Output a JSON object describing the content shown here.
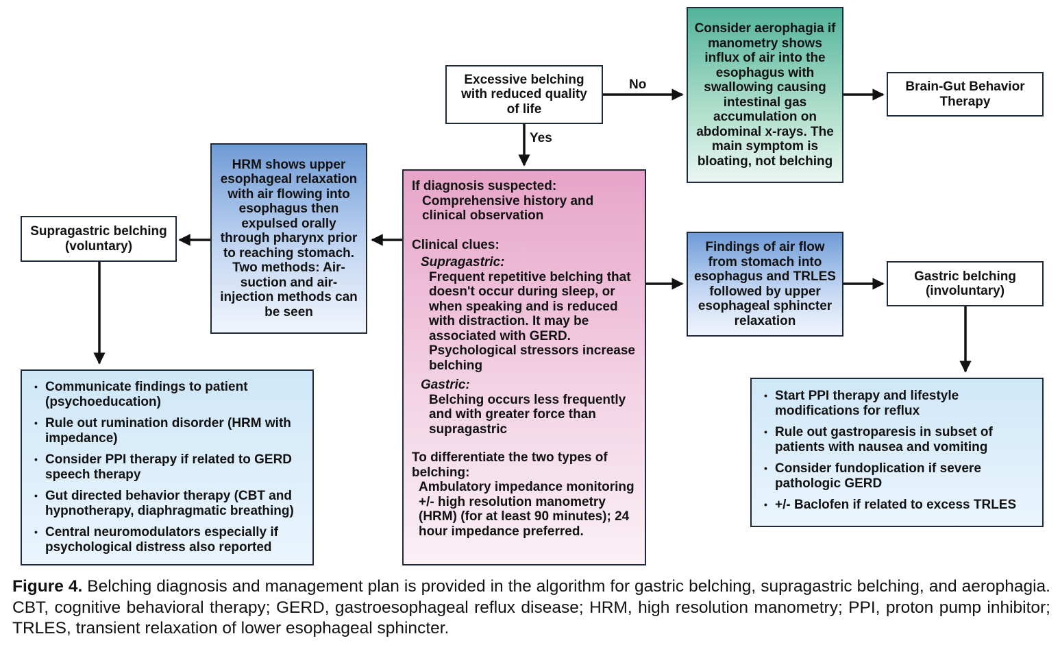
{
  "diagram": {
    "start": "Excessive belching with reduced quality of life",
    "edge_no": "No",
    "edge_yes": "Yes",
    "aerophagia": "Consider aerophagia if manometry shows influx of air into the esophagus with swallowing causing intestinal gas accumulation on abdominal x-rays. The main symptom is bloating, not belching",
    "brain_gut": "Brain-Gut Behavior Therapy",
    "center": {
      "l1": "If diagnosis suspected:",
      "l2": "Comprehensive history and clinical observation",
      "l3": "Clinical clues:",
      "l4": "Supragastric:",
      "l5": "Frequent repetitive belching that doesn't occur during sleep, or when speaking and is reduced with distraction. It may be associated with GERD. Psychological stressors increase belching",
      "l6": "Gastric:",
      "l7": "Belching occurs less frequently and with greater force than supragastric",
      "l8": "To differentiate the two types of belching:",
      "l9": "Ambulatory impedance monitoring +/- high resolution manometry (HRM) (for at least 90 minutes); 24 hour impedance preferred."
    },
    "hrm": "HRM shows upper esophageal relaxation with air flowing into esophagus then expulsed orally through pharynx prior to reaching stomach. Two methods: Air-suction and air-injection methods can be seen",
    "supragastric": "Supragastric belching (voluntary)",
    "supra_mgmt": [
      "Communicate findings to patient (psychoeducation)",
      "Rule out rumination disorder (HRM with impedance)",
      "Consider PPI therapy if related to GERD speech therapy",
      "Gut directed behavior therapy (CBT and hypnotherapy, diaphragmatic breathing)",
      "Central neuromodulators especially if psychological distress also reported"
    ],
    "findings": "Findings of air flow from stomach into esophagus and TRLES followed by upper esophageal sphincter relaxation",
    "gastric": "Gastric belching (involuntary)",
    "gastric_mgmt": [
      "Start PPI therapy and lifestyle modifications for reflux",
      "Rule out gastroparesis in subset of patients with nausea and vomiting",
      "Consider fundoplication if severe pathologic GERD",
      "+/- Baclofen if related to excess TRLES"
    ]
  },
  "caption": {
    "label": "Figure 4.",
    "text": " Belching diagnosis and management plan is provided in the algorithm for gastric belching, supragastric belching, and aerophagia. CBT, cognitive behavioral therapy; GERD, gastroesophageal reflux disease; HRM, high resolution manometry; PPI, proton pump inhibitor; TRLES, transient relaxation of lower esophageal sphincter."
  },
  "colors": {
    "border": "#1e2a3a",
    "blue_top": "#6f9bd6",
    "green_top": "#52b39a",
    "pink_top": "#e7a4c8",
    "light_blue": "#cfe7f8"
  }
}
